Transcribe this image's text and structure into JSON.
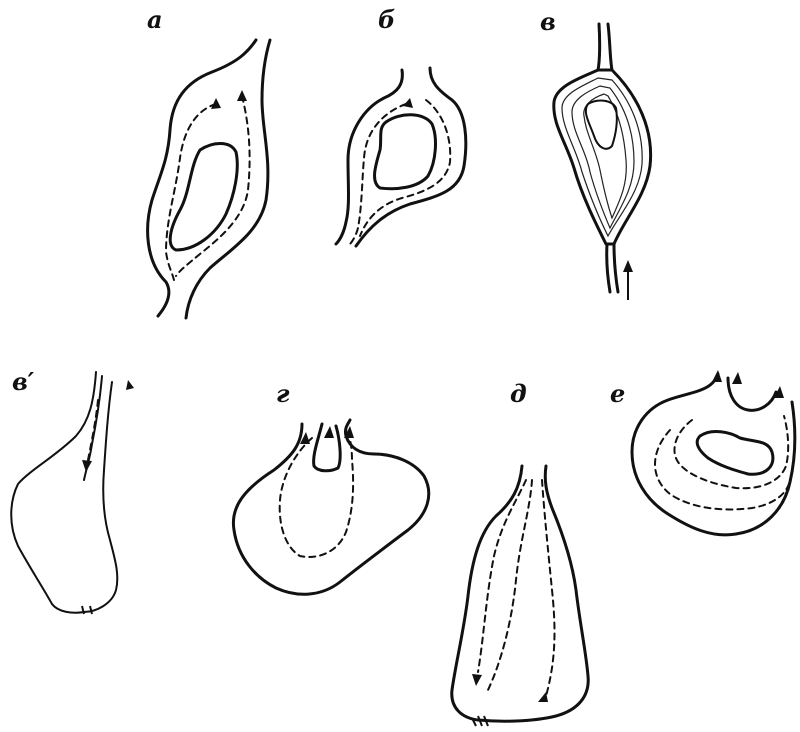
{
  "figure": {
    "labels": {
      "a": "а",
      "b": "б",
      "v": "в",
      "v_prime": "в′",
      "g": "г",
      "d": "д",
      "e": "е"
    },
    "colors": {
      "ink": "#111111",
      "background": "#ffffff"
    }
  }
}
